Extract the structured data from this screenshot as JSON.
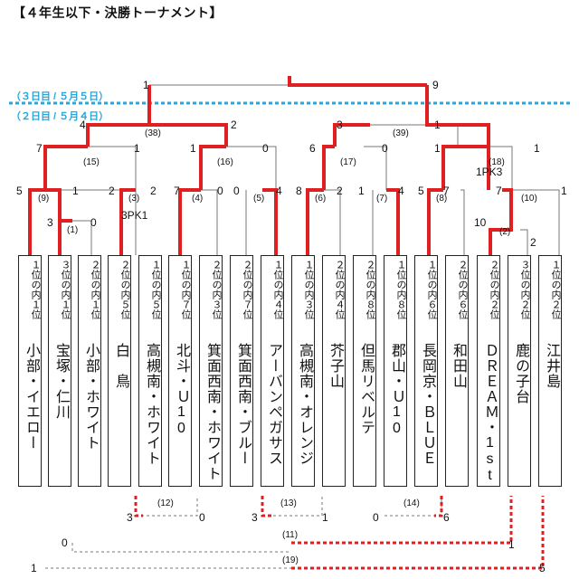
{
  "title": "【４年生以下・決勝トーナメント】",
  "day_labels": {
    "day3": "（３日目 / ５月５日）",
    "day2": "（２日目 / ５月４日）"
  },
  "colors": {
    "winner_line": "#e02020",
    "grey_line": "#888888",
    "day_divider": "#2aa6dd"
  },
  "teams": [
    {
      "rank": "１位の内１位",
      "name": "小部・イエロー"
    },
    {
      "rank": "３位の内１位",
      "name": "宝塚・仁川"
    },
    {
      "rank": "２位の内１位",
      "name": "小部・ホワイト"
    },
    {
      "rank": "２位の内５位",
      "name": "白　鳥"
    },
    {
      "rank": "１位の内５位",
      "name": "高槻南・ホワイト"
    },
    {
      "rank": "１位の内７位",
      "name": "北斗・Ｕ10"
    },
    {
      "rank": "２位の内３位",
      "name": "箕面西南・ホワイト"
    },
    {
      "rank": "２位の内７位",
      "name": "箕面西南・ブルー"
    },
    {
      "rank": "１位の内４位",
      "name": "アーバンペガサス"
    },
    {
      "rank": "１位の内３位",
      "name": "高槻南・オレンジ"
    },
    {
      "rank": "２位の内４位",
      "name": "芥子山"
    },
    {
      "rank": "２位の内８位",
      "name": "但馬リベルテ"
    },
    {
      "rank": "１位の内８位",
      "name": "郡山・Ｕ10"
    },
    {
      "rank": "１位の内６位",
      "name": "長岡京・ＢＬＵＥ"
    },
    {
      "rank": "２位の内６位",
      "name": "和田山"
    },
    {
      "rank": "２位の内２位",
      "name": "ＤＲＥＡＭ・1st"
    },
    {
      "rank": "３位の内２位",
      "name": "鹿の子台"
    },
    {
      "rank": "１位の内２位",
      "name": "江井島"
    }
  ],
  "match_numbers": [
    "(1)",
    "(2)",
    "(3)",
    "(4)",
    "(5)",
    "(6)",
    "(7)",
    "(8)",
    "(9)",
    "(10)",
    "(11)",
    "(12)",
    "(13)",
    "(14)",
    "(15)",
    "(16)",
    "(17)",
    "(18)",
    "(19)",
    "(38)",
    "(39)"
  ],
  "scores": {
    "m1": [
      "3",
      "0"
    ],
    "m2": [
      "10",
      "2"
    ],
    "m3": [
      "2",
      "2"
    ],
    "m3_pk": "3PK1",
    "m4": [
      "7",
      "0"
    ],
    "m5": [
      "0",
      "4"
    ],
    "m6": [
      "8",
      "2"
    ],
    "m7": [
      "1",
      "4"
    ],
    "m8": [
      "5",
      "7"
    ],
    "m9": [
      "5",
      "1"
    ],
    "m10": [
      "7",
      "1"
    ],
    "m15": [
      "7",
      "1"
    ],
    "m16": [
      "1",
      "0"
    ],
    "m17": [
      "6",
      "0"
    ],
    "m18": [
      "1",
      "1"
    ],
    "m18_pk": "1PK3",
    "m38": [
      "4",
      "2"
    ],
    "m39": [
      "3",
      "1"
    ],
    "final": [
      "1",
      "9"
    ],
    "m12": [
      "3",
      "0"
    ],
    "m13": [
      "3",
      "1"
    ],
    "m14": [
      "0",
      "6"
    ],
    "m11": [
      "0",
      "1"
    ],
    "m19": [
      "1",
      "5"
    ]
  }
}
